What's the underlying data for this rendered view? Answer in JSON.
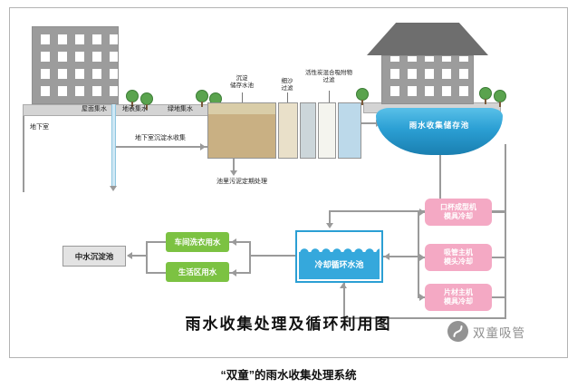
{
  "caption": "“双童”的雨水收集处理系统",
  "diagram": {
    "title": "雨水收集处理及循环利用图",
    "logo_text": "双童吸管",
    "labels": {
      "roof_collect": "屋面集水",
      "surface_collect": "地表集水",
      "green_collect": "绿地集水",
      "basement": "地下室",
      "basement_collect": "地下室沉淀水收集",
      "sludge_note": "池里污泥定期处理",
      "tank_sediment": "沉淀\n储存水池",
      "tank_sand": "细沙\n过滤",
      "tank_carbon": "活性炭混合吸附物\n过滤",
      "rain_pool": "雨水收集储存池",
      "reclaim_pool": "中水沉淀池",
      "laundry_box": "车间洗衣用水",
      "living_box": "生活区用水",
      "cooling_pool": "冷却循环水池",
      "cup_box": "口杯成型机\n模具冷却",
      "straw_box": "吸管主机\n模头冷却",
      "sheet_box": "片材主机\n模具冷却"
    },
    "colors": {
      "building_gray": "#9c9c9c",
      "roof_gray": "#6e6e6e",
      "water_blue": "#2b9fd4",
      "tank_tan": "#c9b083",
      "green_box": "#7cc242",
      "pink_box": "#f4a9c4",
      "tree_green": "#5aa34e"
    }
  }
}
